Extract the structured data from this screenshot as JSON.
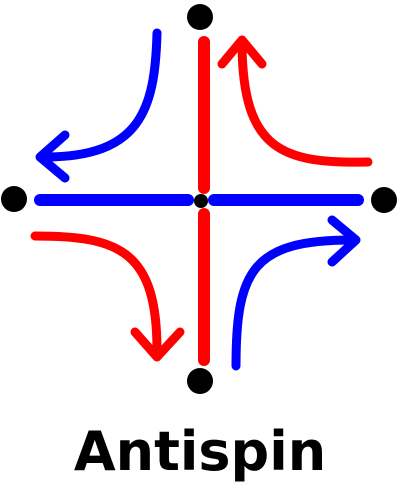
{
  "caption": "Antispin",
  "colors": {
    "red": "#ff0000",
    "blue": "#0000ff",
    "node": "#000000",
    "background": "#ffffff"
  },
  "diagram": {
    "nodes": [
      "top",
      "left",
      "right",
      "bottom",
      "center"
    ],
    "arrows": [
      {
        "id": "top-right",
        "color": "red"
      },
      {
        "id": "top-left",
        "color": "blue"
      },
      {
        "id": "bottom-left",
        "color": "red"
      },
      {
        "id": "bottom-right",
        "color": "blue"
      }
    ]
  }
}
